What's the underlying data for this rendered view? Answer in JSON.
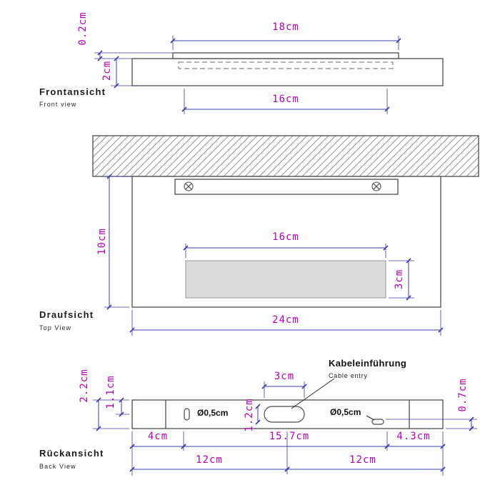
{
  "colors": {
    "dimension_text": "#bb00bb",
    "dimension_line": "#3d3dae",
    "outline": "#4d4d4d",
    "panel_fill": "#dcdcdc"
  },
  "front_view": {
    "title": "Frontansicht",
    "subtitle": "Front view",
    "dim_plate_thickness": "0.2cm",
    "dim_body_thickness": "2cm",
    "dim_top_width": "18cm",
    "dim_bottom_width": "16cm"
  },
  "top_view": {
    "title": "Draufsicht",
    "subtitle": "Top View",
    "dim_inner_width": "16cm",
    "dim_depth": "10cm",
    "dim_panel_depth": "3cm",
    "dim_total_width": "24cm"
  },
  "back_view": {
    "title": "Rückansicht",
    "subtitle": "Back View",
    "cable_entry_label_de": "Kabeleinführung",
    "cable_entry_label_en": "Cable entry",
    "dim_left_height": "2.2cm",
    "dim_left_half_height": "1.1cm",
    "dim_cable_width": "3cm",
    "dim_cable_height": "1.2cm",
    "dim_right_height": "0.7cm",
    "hole_left_diameter": "Ø0,5cm",
    "hole_right_diameter": "Ø0,5cm",
    "dim_seg_left": "4cm",
    "dim_seg_mid": "15.7cm",
    "dim_seg_right": "4.3cm",
    "dim_half_left": "12cm",
    "dim_half_right": "12cm"
  }
}
